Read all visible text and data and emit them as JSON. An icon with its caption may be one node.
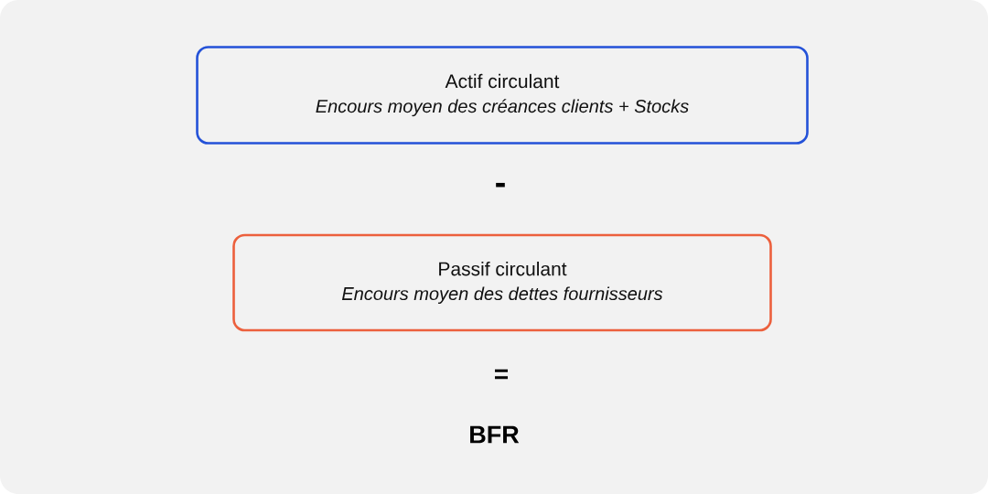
{
  "diagram": {
    "nodes": [
      {
        "text": [
          "Actif circulant",
          "Encours moyen des créances clients + Stocks"
        ]
      },
      {
        "text": [
          "Passif circulant",
          "Encours moyen des dettes fournisseurs"
        ]
      }
    ],
    "labels": [
      "-",
      "=",
      "BFR"
    ]
  }
}
